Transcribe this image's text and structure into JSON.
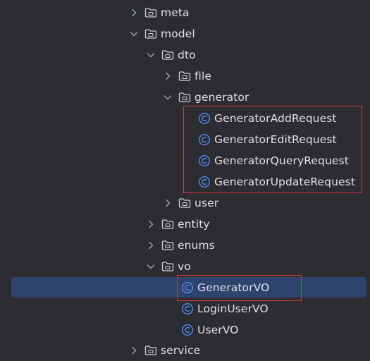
{
  "tree": {
    "items": [
      {
        "label": "meta",
        "kind": "folder",
        "expanded": false,
        "depth": 0
      },
      {
        "label": "model",
        "kind": "folder",
        "expanded": true,
        "depth": 0
      },
      {
        "label": "dto",
        "kind": "folder",
        "expanded": true,
        "depth": 1
      },
      {
        "label": "file",
        "kind": "folder",
        "expanded": false,
        "depth": 2
      },
      {
        "label": "generator",
        "kind": "folder",
        "expanded": true,
        "depth": 2
      },
      {
        "label": "GeneratorAddRequest",
        "kind": "class",
        "depth": 3
      },
      {
        "label": "GeneratorEditRequest",
        "kind": "class",
        "depth": 3
      },
      {
        "label": "GeneratorQueryRequest",
        "kind": "class",
        "depth": 3
      },
      {
        "label": "GeneratorUpdateRequest",
        "kind": "class",
        "depth": 3
      },
      {
        "label": "user",
        "kind": "folder",
        "expanded": false,
        "depth": 2
      },
      {
        "label": "entity",
        "kind": "folder",
        "expanded": false,
        "depth": 1
      },
      {
        "label": "enums",
        "kind": "folder",
        "expanded": false,
        "depth": 1
      },
      {
        "label": "vo",
        "kind": "folder",
        "expanded": true,
        "depth": 1
      },
      {
        "label": "GeneratorVO",
        "kind": "class",
        "depth": 2,
        "selected": true
      },
      {
        "label": "LoginUserVO",
        "kind": "class",
        "depth": 2
      },
      {
        "label": "UserVO",
        "kind": "class",
        "depth": 2
      },
      {
        "label": "service",
        "kind": "folder",
        "expanded": false,
        "depth": 0
      }
    ]
  },
  "colors": {
    "background": "#2b2d30",
    "text": "#dfe1e5",
    "selection": "#2e436e",
    "class_icon": "#548af7",
    "highlight_box": "#d33a42",
    "chevron": "#9da0a8",
    "folder_icon": "#ced0d6"
  },
  "icons": {
    "folder": "folder-icon",
    "class": "class-icon",
    "expanded": "chevron-down-icon",
    "collapsed": "chevron-right-icon"
  }
}
